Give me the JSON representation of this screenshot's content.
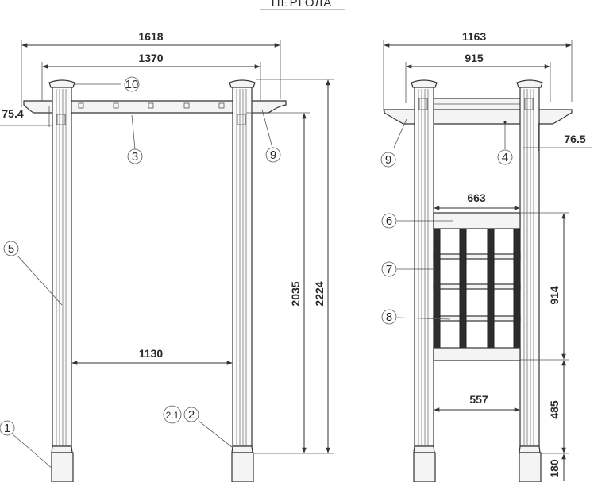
{
  "title": "ПЕРГОЛА",
  "front_view": {
    "dims": {
      "overall_width": "1618",
      "beam_width": "1370",
      "overhang": "75.4",
      "inner_span": "1130",
      "height_beam": "2035",
      "height_total": "2224"
    },
    "callouts": {
      "c10": "10",
      "c3": "3",
      "c9": "9",
      "c5": "5",
      "c1": "1",
      "c21": "2.1",
      "c2": "2"
    }
  },
  "side_view": {
    "dims": {
      "overall_width": "1163",
      "beam_width": "915",
      "overhang": "76.5",
      "trellis_width": "663",
      "trellis_height": "914",
      "trellis_span": "557",
      "lower_height": "485",
      "base_height": "180"
    },
    "callouts": {
      "c9": "9",
      "c4": "4",
      "c6": "6",
      "c7": "7",
      "c8": "8"
    }
  }
}
